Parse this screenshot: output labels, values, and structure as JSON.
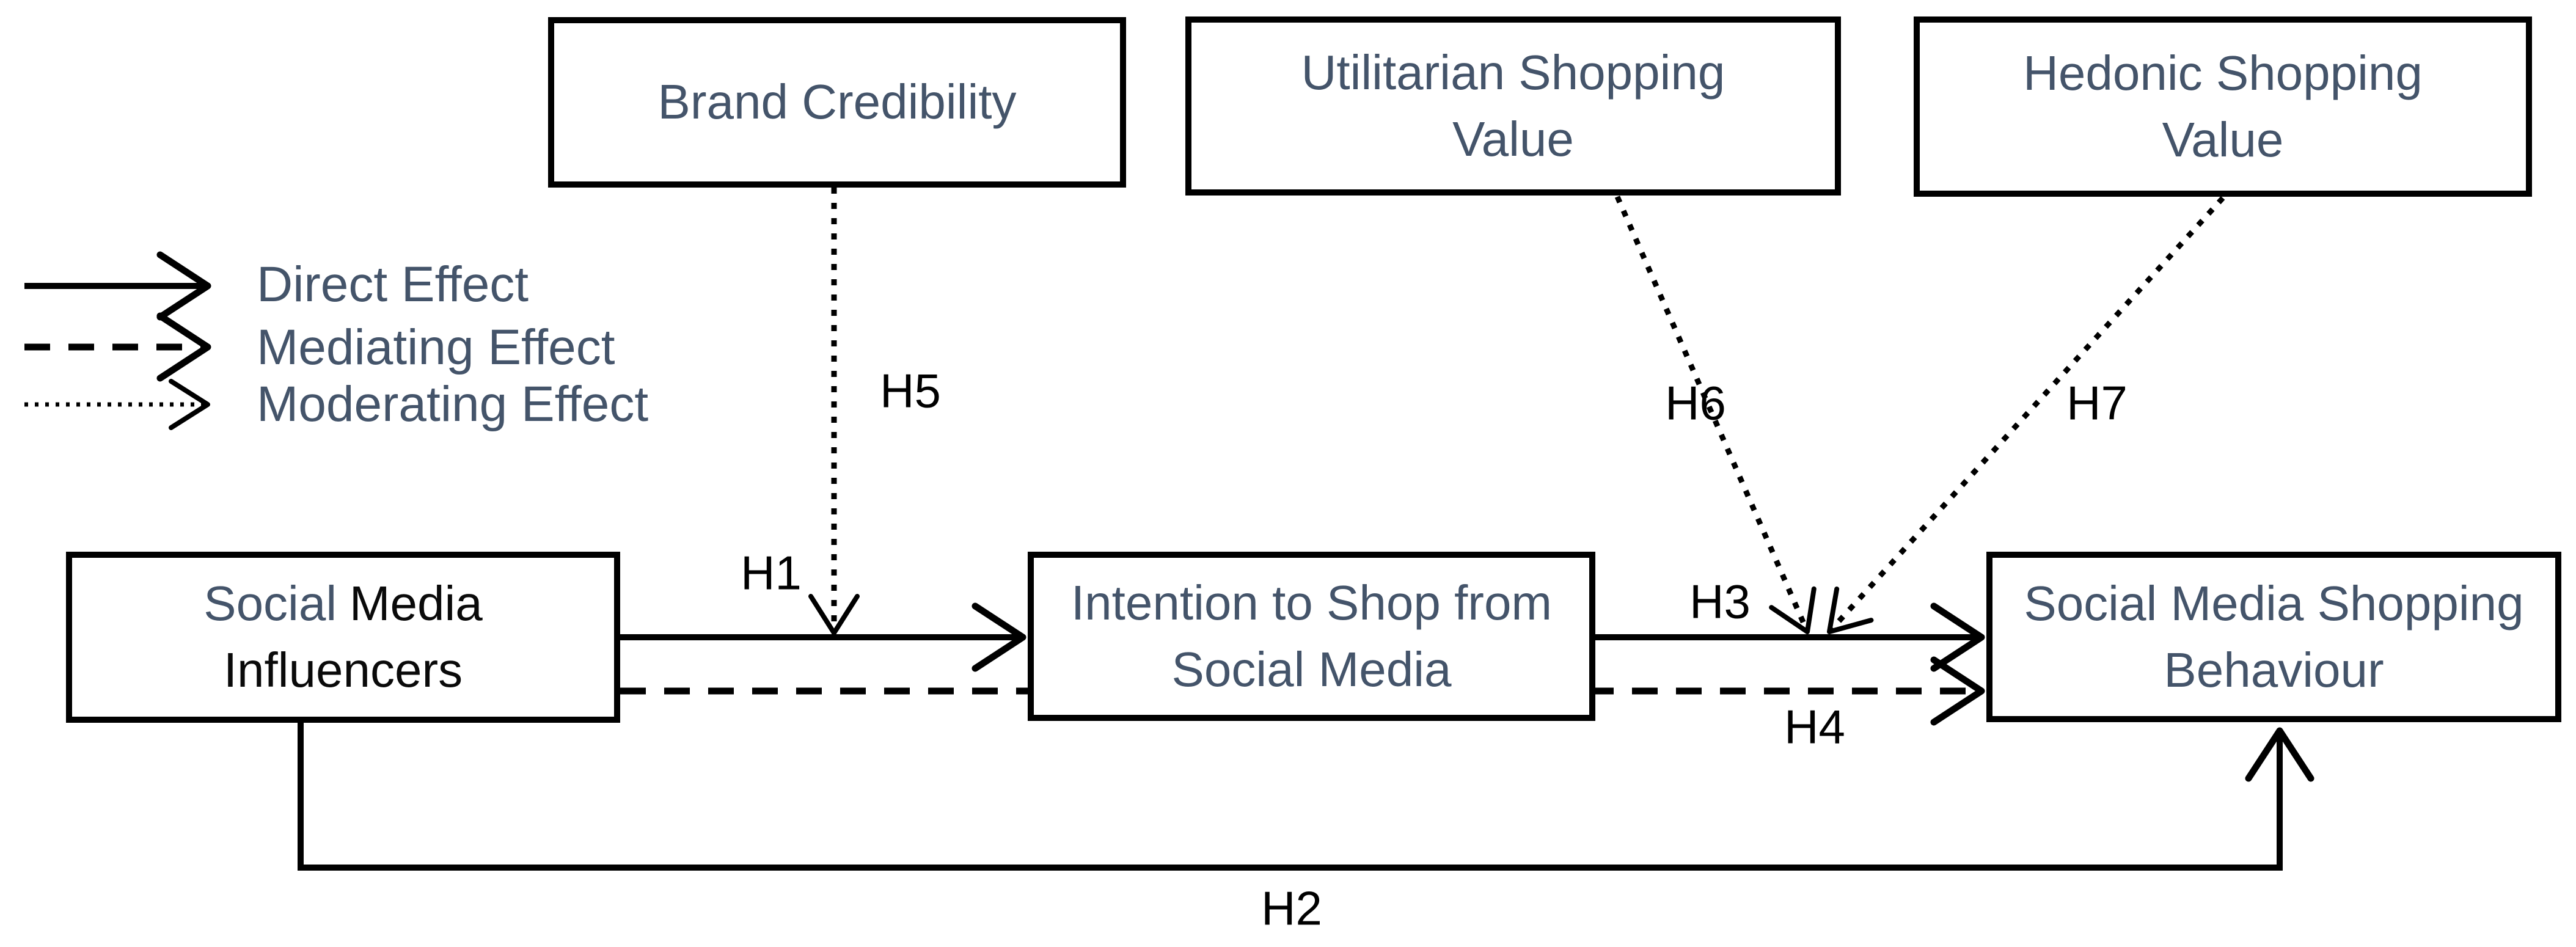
{
  "legend": {
    "direct": {
      "style": "solid",
      "label": "Direct Effect"
    },
    "mediating": {
      "style": "dashed",
      "label": "Mediating Effect"
    },
    "moderating": {
      "style": "dotted",
      "label": "Moderating Effect"
    }
  },
  "boxes": {
    "brand_credibility": {
      "label": "Brand Credibility"
    },
    "utilitarian": {
      "line1": "Utilitarian Shopping",
      "line2": "Value"
    },
    "hedonic": {
      "line1": "Hedonic Shopping",
      "line2": "Value"
    },
    "influencers": {
      "line1_word1": "Social",
      "line1_word2": "Media",
      "line2": "Influencers"
    },
    "intention": {
      "line1": "Intention to Shop from",
      "line2": "Social Media"
    },
    "behaviour": {
      "line1": "Social Media Shopping",
      "line2": "Behaviour"
    }
  },
  "hypotheses": {
    "h1": "H1",
    "h2": "H2",
    "h3": "H3",
    "h4": "H4",
    "h5": "H5",
    "h6": "H6",
    "h7": "H7"
  },
  "colors": {
    "box_text_accent": "#44546A",
    "line_and_border": "#000000",
    "background": "#FFFFFF"
  }
}
